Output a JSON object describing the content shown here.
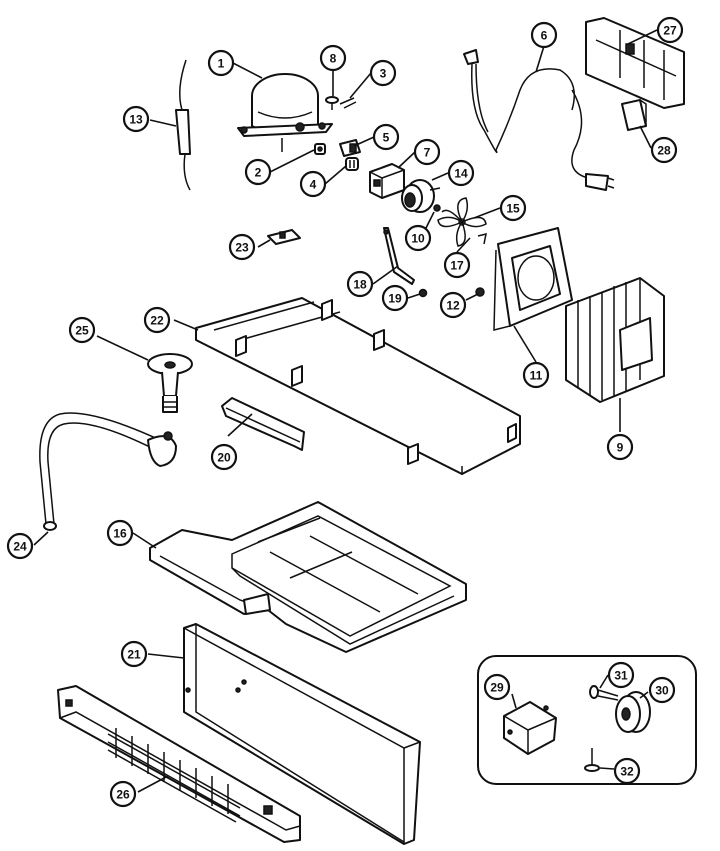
{
  "callouts": [
    {
      "id": "1",
      "label": "1"
    },
    {
      "id": "2",
      "label": "2"
    },
    {
      "id": "3",
      "label": "3"
    },
    {
      "id": "4",
      "label": "4"
    },
    {
      "id": "5",
      "label": "5"
    },
    {
      "id": "6",
      "label": "6"
    },
    {
      "id": "7",
      "label": "7"
    },
    {
      "id": "8",
      "label": "8"
    },
    {
      "id": "9",
      "label": "9"
    },
    {
      "id": "10",
      "label": "10"
    },
    {
      "id": "11",
      "label": "11"
    },
    {
      "id": "12",
      "label": "12"
    },
    {
      "id": "13",
      "label": "13"
    },
    {
      "id": "14",
      "label": "14"
    },
    {
      "id": "15",
      "label": "15"
    },
    {
      "id": "16",
      "label": "16"
    },
    {
      "id": "17",
      "label": "17"
    },
    {
      "id": "18",
      "label": "18"
    },
    {
      "id": "19",
      "label": "19"
    },
    {
      "id": "20",
      "label": "20"
    },
    {
      "id": "21",
      "label": "21"
    },
    {
      "id": "22",
      "label": "22"
    },
    {
      "id": "23",
      "label": "23"
    },
    {
      "id": "24",
      "label": "24"
    },
    {
      "id": "25",
      "label": "25"
    },
    {
      "id": "26",
      "label": "26"
    },
    {
      "id": "27",
      "label": "27"
    },
    {
      "id": "28",
      "label": "28"
    },
    {
      "id": "29",
      "label": "29"
    },
    {
      "id": "30",
      "label": "30"
    },
    {
      "id": "31",
      "label": "31"
    },
    {
      "id": "32",
      "label": "32"
    }
  ]
}
